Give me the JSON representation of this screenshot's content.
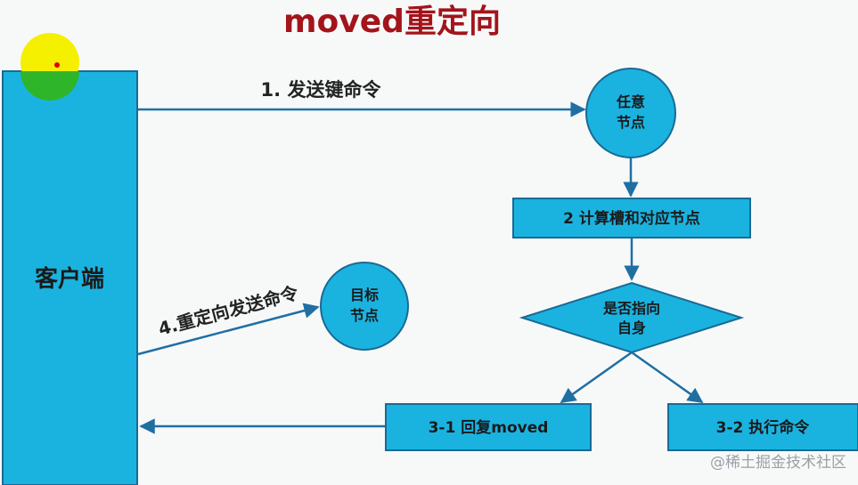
{
  "title": "moved重定向",
  "colors": {
    "title": "#a3141b",
    "node_fill": "#1ab3e0",
    "node_stroke": "#1a6a94",
    "arrow": "#1f6fa3",
    "cursor_outer": "#f4f000",
    "cursor_inner": "#2fb52a",
    "cursor_dot": "#e00000"
  },
  "nodes": {
    "client": "客户端",
    "any_node_line1": "任意",
    "any_node_line2": "节点",
    "compute": "2 计算槽和对应节点",
    "decision_line1": "是否指向",
    "decision_line2": "自身",
    "reply_moved": "3-1 回复moved",
    "execute": "3-2 执行命令",
    "target_node_line1": "目标",
    "target_node_line2": "节点"
  },
  "edges": {
    "send_key": "1. 发送键命令",
    "redirect_send": "4.重定向发送命令"
  },
  "watermark": "@稀土掘金技术社区"
}
